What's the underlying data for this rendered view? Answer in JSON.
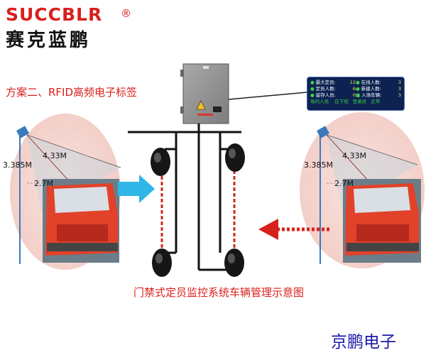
{
  "logo": {
    "en": "SUCCBLR",
    "reg": "®",
    "cn": "赛克蓝鹏"
  },
  "plan_title": "方案二、RFID高频电子标签",
  "caption": "门禁式定员监控系统车辆管理示意图",
  "company": "京鹏电子",
  "measurements": {
    "diag": "4.33M",
    "height": "3.385M",
    "horiz": "2.7M"
  },
  "panel": {
    "rows": [
      {
        "left_label": "最大定员:",
        "left_value": "12",
        "right_label": "在线人数:",
        "right_value": "3"
      },
      {
        "left_label": "定员人数:",
        "left_value": "6",
        "right_label": "新建人数:",
        "right_value": "3"
      },
      {
        "left_label": "留存人员:",
        "left_value": "0",
        "right_label": "入场车辆:",
        "right_value": "3"
      }
    ],
    "foot_left": "场内人员:",
    "foot_items": [
      "在下班",
      "登录员"
    ],
    "foot_right": "正常"
  },
  "colors": {
    "brand_red": "#d8201c",
    "company_blue": "#1a1aa8",
    "arrow_in": "#2fb6e6",
    "arrow_out": "#d8201c",
    "truck_red": "#e2412a",
    "coverage": "#f6d8d3"
  }
}
